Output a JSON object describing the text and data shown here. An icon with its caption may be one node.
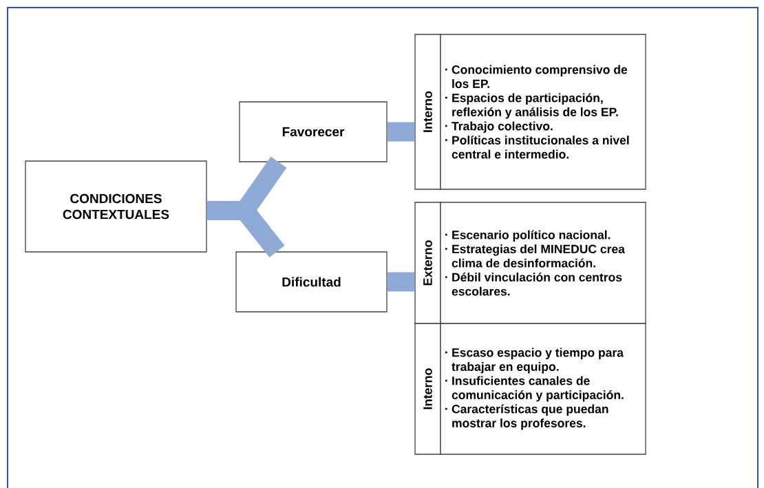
{
  "diagram": {
    "nodes": [
      {
        "text": [
          "CONDICIONES CONTEXTUALES"
        ]
      },
      {
        "text": [
          "Favorecer"
        ]
      },
      {
        "text": [
          "Dificultad"
        ]
      },
      {
        "text": [
          "Interno"
        ]
      },
      {
        "text": [
          "Conocimiento comprensivo de los EP.",
          "Espacios de participación, reflexión y análisis de los EP.",
          "Trabajo colectivo.",
          "Políticas institucionales a nivel central e intermedio."
        ]
      },
      {
        "text": [
          "Externo"
        ]
      },
      {
        "text": [
          "Escenario político nacional.",
          "Estrategias del MINEDUC crea clima de desinformación.",
          "Débil vinculación con centros escolares."
        ]
      },
      {
        "text": [
          "Interno"
        ]
      },
      {
        "text": [
          "Escaso espacio y tiempo para trabajar en equipo.",
          "Insuficientes canales de comunicación y participación.",
          "Características que puedan mostrar los profesores."
        ]
      }
    ],
    "edges": [
      {
        "from": 0,
        "to": 1,
        "arrow": "none"
      },
      {
        "from": 0,
        "to": 2,
        "arrow": "none"
      },
      {
        "from": 1,
        "to": 3,
        "arrow": "none"
      },
      {
        "from": 2,
        "to": 5,
        "arrow": "none"
      }
    ]
  }
}
